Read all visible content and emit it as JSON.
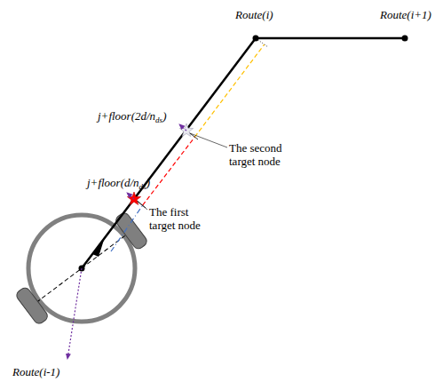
{
  "diagram": {
    "labels": [
      "Route(i)",
      "Route(i+1)",
      "j+floor(2d/nds)",
      "The second target node",
      "j+floor(d/nds)",
      "The first target node",
      "Route(i-1)"
    ]
  }
}
